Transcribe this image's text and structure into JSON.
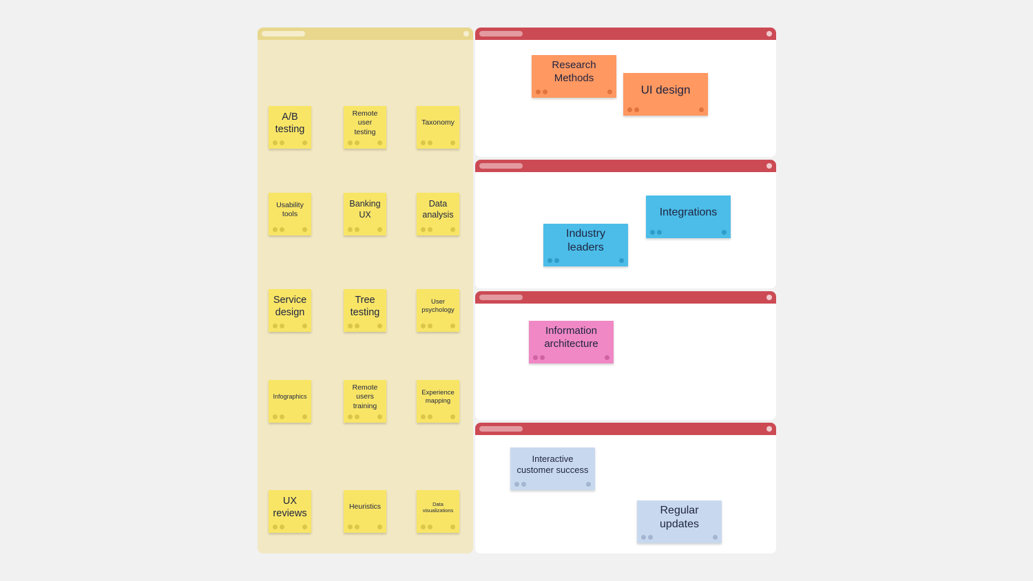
{
  "left_column": {
    "notes": [
      {
        "text": "A/B\ntesting"
      },
      {
        "text": "Remote\nuser\ntesting"
      },
      {
        "text": "Taxonomy"
      },
      {
        "text": "Usability\ntools"
      },
      {
        "text": "Banking\nUX"
      },
      {
        "text": "Data\nanalysis"
      },
      {
        "text": "Service\ndesign"
      },
      {
        "text": "Tree\ntesting"
      },
      {
        "text": "User\npsychology"
      },
      {
        "text": "Infographics"
      },
      {
        "text": "Remote\nusers\ntraining"
      },
      {
        "text": "Experience\nmapping"
      },
      {
        "text": "UX\nreviews"
      },
      {
        "text": "Heuristics"
      },
      {
        "text": "Data\nvisualizations"
      }
    ]
  },
  "frames": [
    {
      "notes": [
        {
          "text": "Research\nMethods"
        },
        {
          "text": "UI design"
        }
      ]
    },
    {
      "notes": [
        {
          "text": "Integrations"
        },
        {
          "text": "Industry\nleaders"
        }
      ]
    },
    {
      "notes": [
        {
          "text": "Information\narchitecture"
        }
      ]
    },
    {
      "notes": [
        {
          "text": "Interactive\ncustomer success"
        },
        {
          "text": "Regular\nupdates"
        }
      ]
    }
  ],
  "colors": {
    "sticky_yellow": "#f8e566",
    "column_bg": "#f2e8c3",
    "frame_bar": "#cc4a54",
    "orange": "#ff9861",
    "blue": "#4bbde8",
    "pink": "#ef88c4",
    "pale_blue": "#c8d9ef"
  }
}
